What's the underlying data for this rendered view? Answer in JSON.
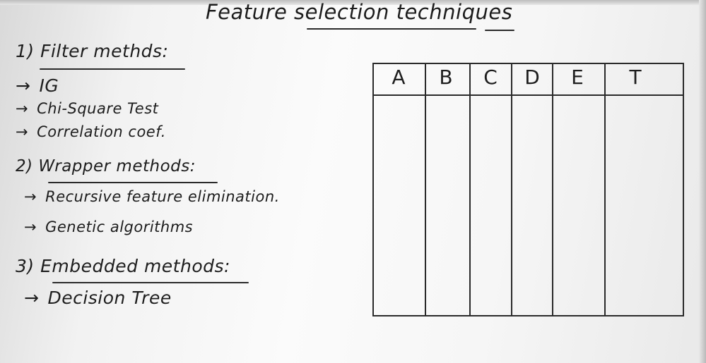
{
  "title": "Feature selection techniques",
  "sections": [
    {
      "heading": "1) Filter methds:",
      "items": [
        "IG",
        "Chi-Square Test",
        "Correlation coef."
      ]
    },
    {
      "heading": "2) Wrapper methods:",
      "items": [
        "Recursive feature elimination.",
        "Genetic algorithms"
      ]
    },
    {
      "heading": "3) Embedded methods:",
      "items": [
        "Decision Tree"
      ]
    }
  ],
  "arrow_symbol": "→",
  "table": {
    "columns": [
      "A",
      "B",
      "C",
      "D",
      "E",
      "T"
    ]
  },
  "colors": {
    "ink": "#1e1e1e",
    "board": "#f6f6f6"
  }
}
